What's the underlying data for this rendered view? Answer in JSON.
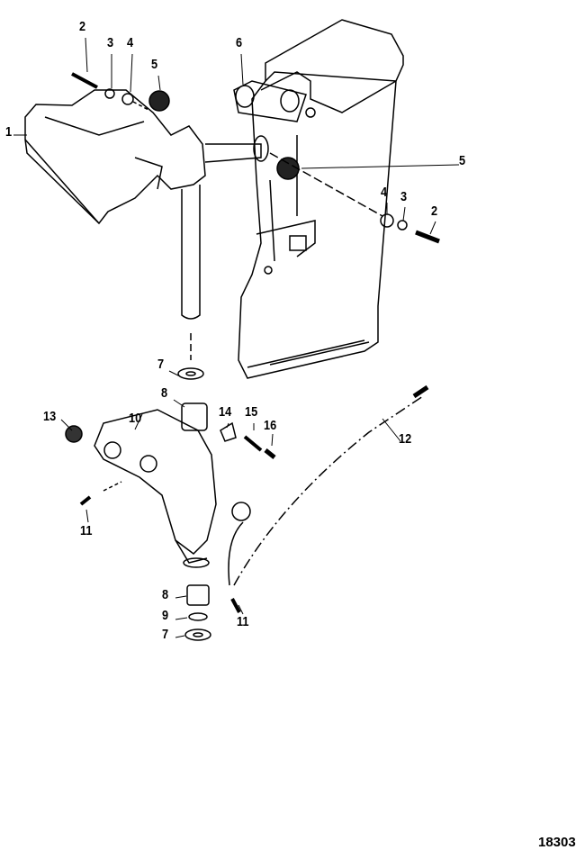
{
  "diagram": {
    "figure_number": "18303",
    "callouts": [
      "1",
      "2",
      "3",
      "4",
      "5",
      "6",
      "5",
      "4",
      "3",
      "2",
      "7",
      "8",
      "10",
      "13",
      "14",
      "15",
      "16",
      "12",
      "11",
      "11",
      "8",
      "9",
      "7"
    ]
  }
}
